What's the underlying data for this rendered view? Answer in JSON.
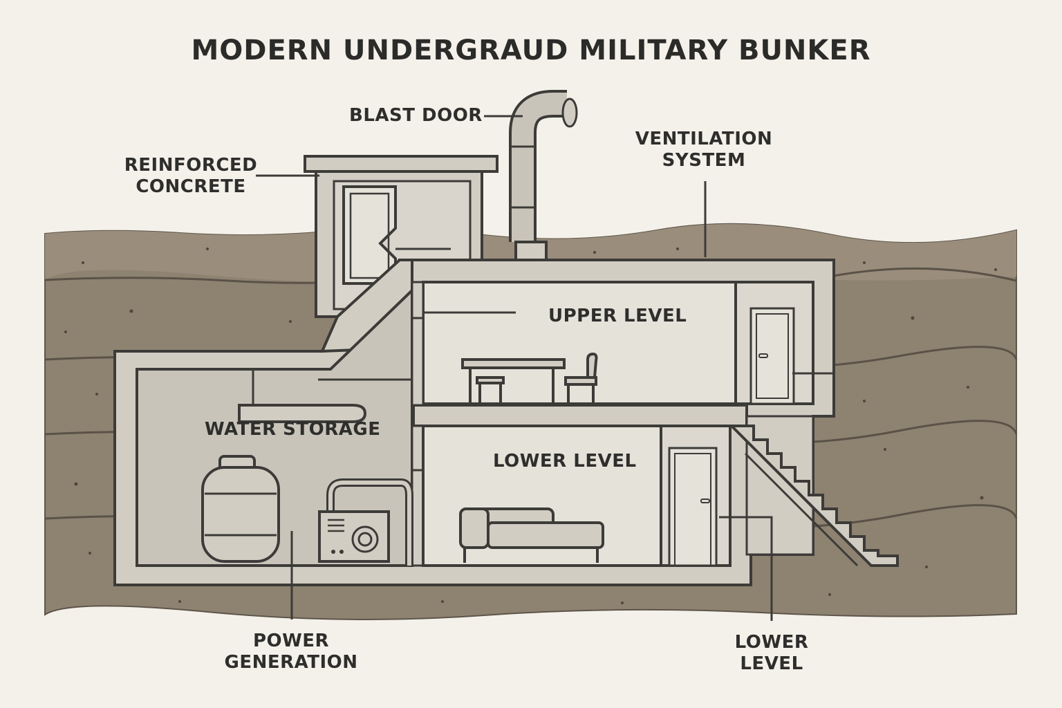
{
  "title": "MODERN UNDERGRAUD MILITARY BUNKER",
  "labels": {
    "blast_door": "BLAST DOOR",
    "reinforced_concrete": "REINFORCED\nCONCRETE",
    "ventilation_system": "VENTILATION\nSYSTEM",
    "upper_level": "UPPER LEVEL",
    "water_storage": "WATER STORAGE",
    "lower_level_room": "LOWER LEVEL",
    "power_generation": "POWER\nGENERATION",
    "lower_level_callout": "LOWER\nLEVEL"
  },
  "colors": {
    "background": "#f4f1ea",
    "soil": "#8e8271",
    "soil_top": "#9a8d7b",
    "concrete": "#d2cdc3",
    "room": "#e5e2da",
    "storage_room": "#c9c4ba",
    "outline": "#3c3b38"
  }
}
